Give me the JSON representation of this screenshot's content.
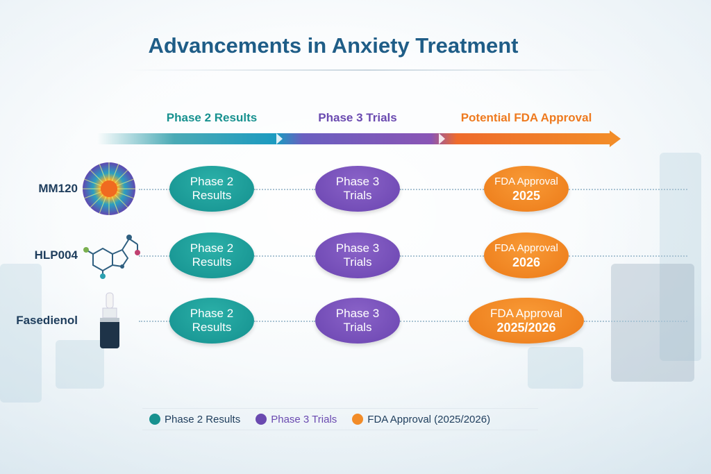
{
  "title": "Advancements in Anxiety Treatment",
  "phases": [
    {
      "label": "Phase 2 Results",
      "color": "#17918f"
    },
    {
      "label": "Phase 3 Trials",
      "color": "#6a4ab0"
    },
    {
      "label": "Potential FDA Approval",
      "color": "#ee7a1f"
    }
  ],
  "rows": [
    {
      "drug": "MM120",
      "icon": "mandala-icon",
      "p2": [
        "Phase 2",
        "Results"
      ],
      "p3": [
        "Phase 3",
        "Trials"
      ],
      "fda": [
        "FDA Approval",
        "2025"
      ]
    },
    {
      "drug": "HLP004",
      "icon": "molecule-icon",
      "p2": [
        "Phase 2",
        "Results"
      ],
      "p3": [
        "Phase 3",
        "Trials"
      ],
      "fda": [
        "FDA Approval",
        "2026"
      ]
    },
    {
      "drug": "Fasedienol",
      "icon": "nasal-spray-icon",
      "p2": [
        "Phase 2",
        "Results"
      ],
      "p3": [
        "Phase 3",
        "Trials"
      ],
      "fda": [
        "FDA Approval",
        "2025/2026"
      ]
    }
  ],
  "legend": [
    {
      "label": "Phase 2 Results",
      "color": "#17918f"
    },
    {
      "label": "Phase 3 Trials",
      "color": "#6a4ab0"
    },
    {
      "label": "FDA Approval (2025/2026)",
      "color": "#f28c28"
    }
  ]
}
